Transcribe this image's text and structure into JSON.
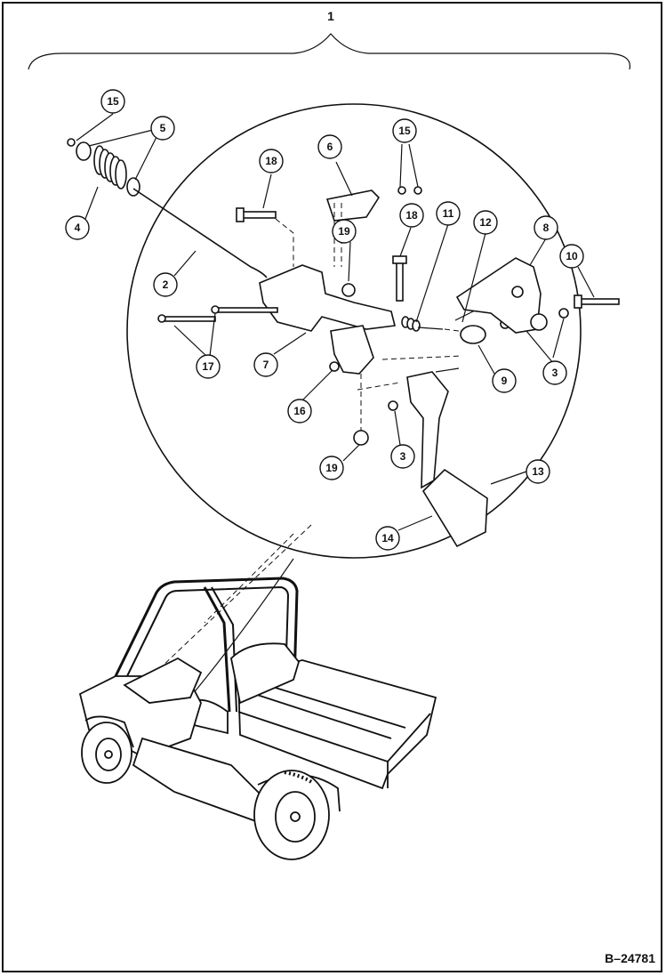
{
  "assembly_number": "1",
  "callouts": [
    "15",
    "5",
    "4",
    "6",
    "15",
    "18",
    "19",
    "18",
    "11",
    "12",
    "8",
    "10",
    "2",
    "17",
    "7",
    "16",
    "9",
    "3",
    "3",
    "19",
    "13",
    "14"
  ],
  "figure_ref": "B–24781",
  "colors": {
    "line": "#111111",
    "background": "#ffffff"
  },
  "icons": {
    "main": "pedal-assembly-diagram",
    "vehicle": "utility-vehicle-illustration"
  }
}
